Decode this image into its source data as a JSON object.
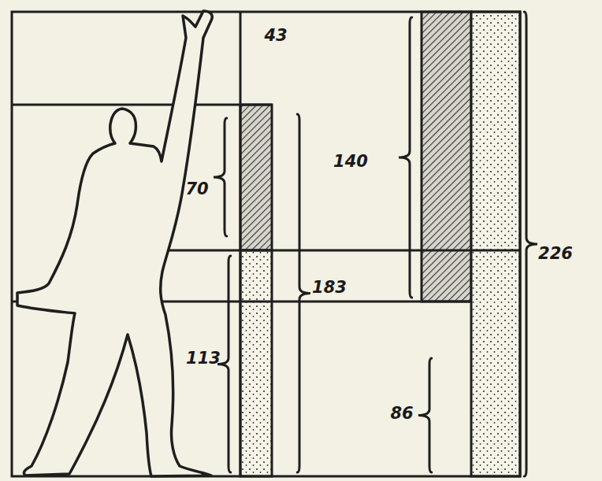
{
  "diagram": {
    "labels": [
      "43",
      "70",
      "140",
      "183",
      "113",
      "86",
      "226"
    ]
  }
}
